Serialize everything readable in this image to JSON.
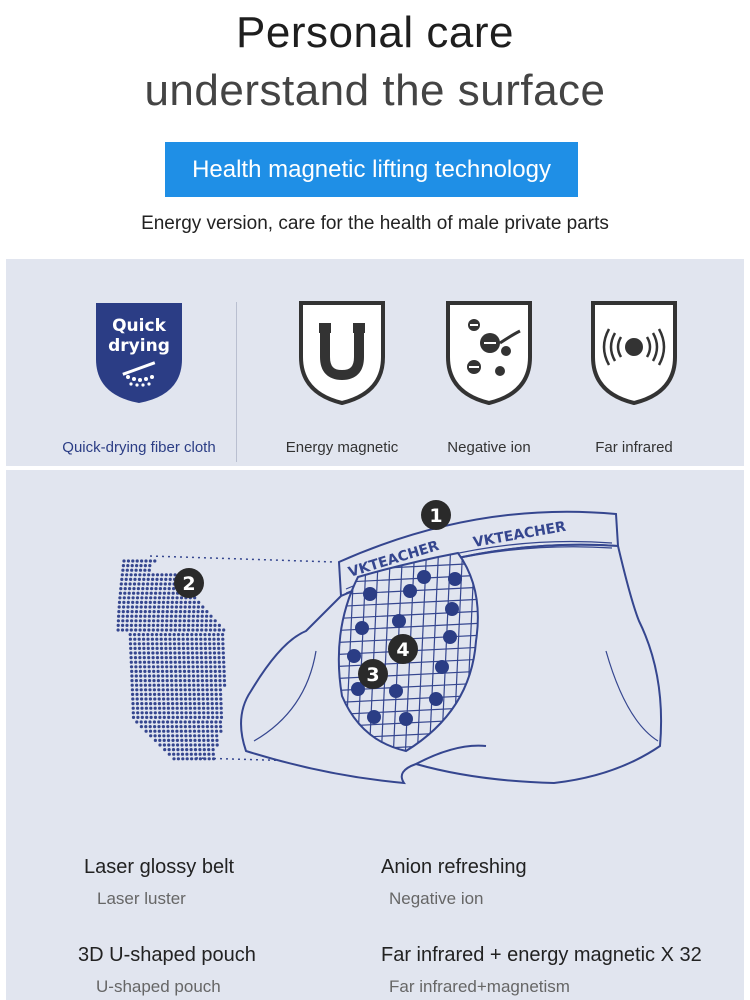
{
  "header": {
    "title_line1": "Personal care",
    "title_line2": "understand the surface",
    "banner": "Health magnetic lifting technology",
    "subtitle": "Energy version, care for the health of male private parts"
  },
  "features": [
    {
      "badge_line1": "Quick",
      "badge_line2": "drying",
      "label": "Quick-drying fiber cloth",
      "icon": "quick-drying-icon"
    },
    {
      "badge_letter": "U",
      "label": "Energy magnetic",
      "icon": "magnet-icon"
    },
    {
      "label": "Negative ion",
      "icon": "negative-ion-icon"
    },
    {
      "label": "Far infrared",
      "icon": "far-infrared-icon"
    }
  ],
  "diagram": {
    "brand": "VKTEACHER",
    "callouts": [
      "1",
      "2",
      "3",
      "4"
    ]
  },
  "specs": [
    {
      "title": "Laser glossy belt",
      "sub": "Laser luster"
    },
    {
      "title": "Anion refreshing",
      "sub": "Negative ion"
    },
    {
      "title": "3D U-shaped pouch",
      "sub": "U-shaped pouch"
    },
    {
      "title": "Far infrared + energy magnetic X 32",
      "sub": "Far infrared+magnetism"
    }
  ],
  "colors": {
    "banner": "#1f8fe6",
    "navy": "#2b3d85",
    "panel": "#e1e5ef"
  }
}
